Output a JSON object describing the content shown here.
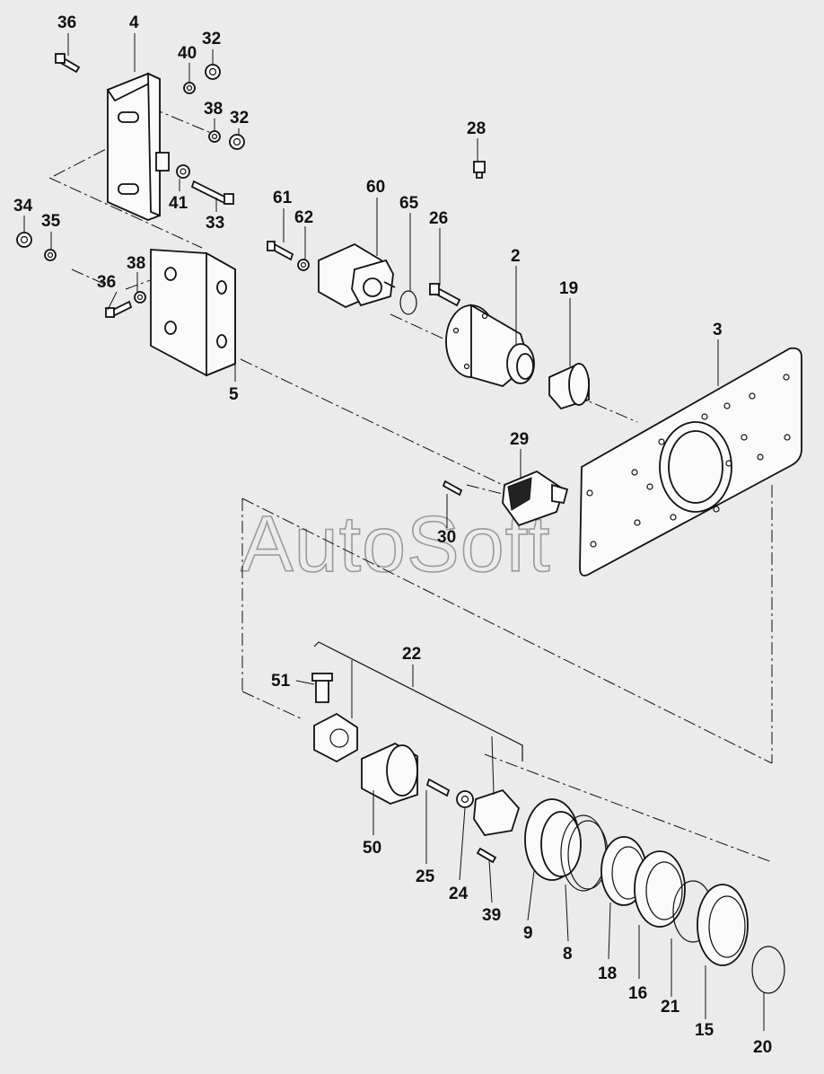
{
  "watermark": "AutoSoft",
  "labels": {
    "l36a": "36",
    "l4": "4",
    "l40": "40",
    "l32a": "32",
    "l38a": "38",
    "l32b": "32",
    "l28": "28",
    "l41": "41",
    "l33": "33",
    "l60": "60",
    "l61": "61",
    "l62": "62",
    "l65": "65",
    "l26": "26",
    "l34": "34",
    "l35": "35",
    "l38b": "38",
    "l36b": "36",
    "l2": "2",
    "l19": "19",
    "l3": "3",
    "l5": "5",
    "l29": "29",
    "l30": "30",
    "l22": "22",
    "l51": "51",
    "l50": "50",
    "l25": "25",
    "l24": "24",
    "l39": "39",
    "l9": "9",
    "l8": "8",
    "l18": "18",
    "l16": "16",
    "l21": "21",
    "l15": "15",
    "l20": "20"
  }
}
